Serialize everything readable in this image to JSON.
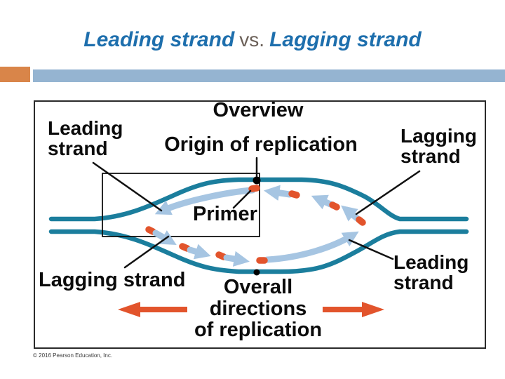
{
  "slide": {
    "title": {
      "leading": "Leading strand",
      "vs": "vs.",
      "lagging": "Lagging strand"
    }
  },
  "colors": {
    "title-blue": "#1e6fad",
    "vs-gray": "#6b6058",
    "accent-orange": "#d98549",
    "accent-bar-blue": "#95b4d1",
    "strand-teal": "#1b7e9d",
    "new-strand-blue": "#a6c5e2",
    "primer-orange": "#e2542c",
    "label-black": "#0b0b0b"
  },
  "figure": {
    "overview_label": "Overview",
    "origin_label": "Origin of replication",
    "leading_strand_top_label": "Leading\nstrand",
    "lagging_strand_top_label": "Lagging\nstrand",
    "primer_label": "Primer",
    "lagging_strand_bottom_label": "Lagging strand",
    "leading_strand_bottom_label": "Leading\nstrand",
    "overall_directions_label": "Overall\ndirections\nof replication",
    "copyright": "© 2016 Pearson Education, Inc."
  }
}
